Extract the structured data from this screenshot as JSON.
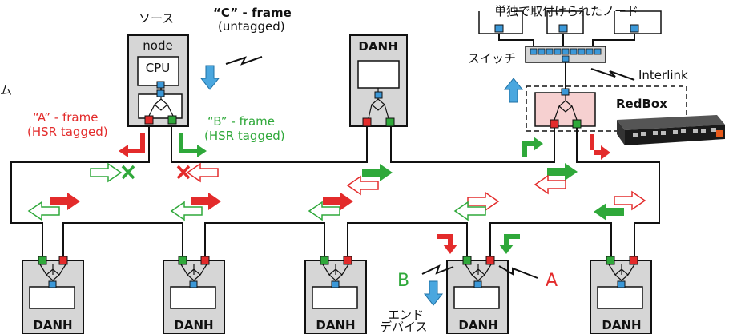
{
  "labels": {
    "source": "ソース",
    "node": "node",
    "cpu": "CPU",
    "frame_c_line1": "“C” - frame",
    "frame_c_line2": "(untagged)",
    "frame_a_line1": "“A” - frame",
    "frame_a_line2": "(HSR tagged)",
    "frame_b_line1": "“B” - frame",
    "frame_b_line2": "(HSR tagged)",
    "danh": "DANH",
    "singly_attached": "単独で取付けられたノード",
    "switch": "スイッチ",
    "interlink": "Interlink",
    "redbox": "RedBox",
    "b_marker": "B",
    "a_marker": "A",
    "end_device_line1": "エンド",
    "end_device_line2": "デバイス",
    "left_edge_char": "ム"
  },
  "colors": {
    "red": "#e32b2b",
    "green": "#2fa83a",
    "blue_arrow": "#4aa7df",
    "port_blue": "#3b98d8",
    "node_fill": "#d6d6d6",
    "redbox_fill": "#f6d0d0",
    "line": "#111111"
  }
}
